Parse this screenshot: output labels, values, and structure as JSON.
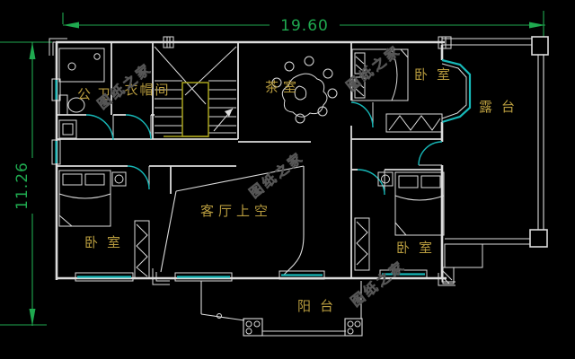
{
  "dimensions": {
    "width": "19.60",
    "height": "11.26"
  },
  "rooms": [
    {
      "id": "public-bathroom",
      "label": "公卫"
    },
    {
      "id": "cloakroom",
      "label": "衣帽间"
    },
    {
      "id": "tea-room",
      "label": "茶室"
    },
    {
      "id": "bedroom-top-right",
      "label": "卧室"
    },
    {
      "id": "terrace",
      "label": "露台"
    },
    {
      "id": "living-room-void",
      "label": "客厅上空"
    },
    {
      "id": "bedroom-bottom-left",
      "label": "卧室"
    },
    {
      "id": "bedroom-bottom-right",
      "label": "卧室"
    },
    {
      "id": "balcony",
      "label": "阳台"
    }
  ],
  "watermark": {
    "text": "图纸之家"
  },
  "colors": {
    "background": "#000000",
    "wall": "#dcdcdc",
    "glazing": "#17b8b8",
    "label": "#b79b3e",
    "dimension": "#1fa94f",
    "rail": "#a8a21e",
    "watermark": "#565656"
  }
}
